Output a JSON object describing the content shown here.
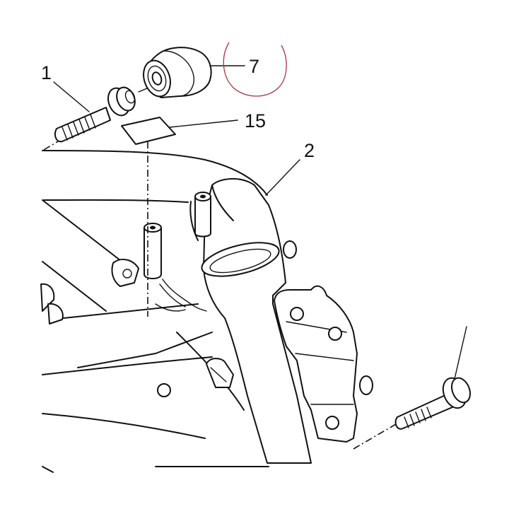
{
  "diagram": {
    "callouts": [
      {
        "id": "bolt_left",
        "label": "1"
      },
      {
        "id": "bushing",
        "label": "7"
      },
      {
        "id": "pad",
        "label": "15"
      },
      {
        "id": "frame",
        "label": "2"
      }
    ],
    "highlight_color": "#b03040",
    "line_color": "#111111"
  }
}
